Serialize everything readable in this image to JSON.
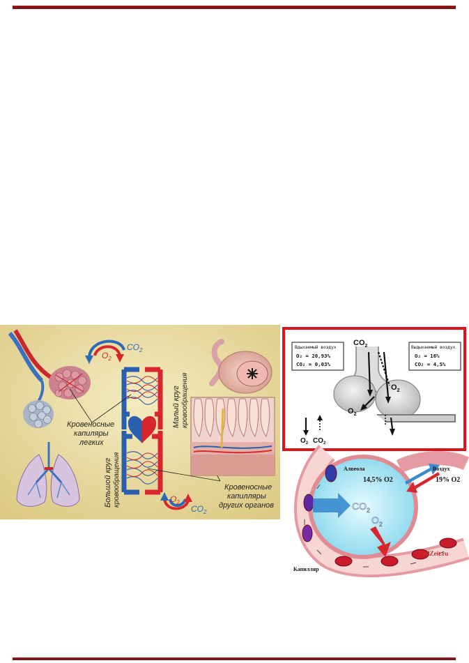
{
  "left_figure": {
    "top_gas_o2": "O",
    "top_gas_o2_sub": "2",
    "top_gas_co2": "CO",
    "top_gas_co2_sub": "2",
    "small_circle_line1": "Малый круг",
    "small_circle_line2": "кровообращения",
    "lung_caps_line1": "Кровеносные",
    "lung_caps_line2": "капиляры",
    "lung_caps_line3": "легких",
    "big_circle_line1": "Большой круг",
    "big_circle_line2": "кровообращения",
    "organ_caps_line1": "Кровеносные",
    "organ_caps_line2": "капилляры",
    "organ_caps_line3": "других органов",
    "bottom_gas_o2": "O",
    "bottom_gas_o2_sub": "2",
    "bottom_gas_co2": "CO",
    "bottom_gas_co2_sub": "2"
  },
  "right_figure": {
    "inhaled_title": "Вдыхаемый воздух",
    "inhaled_o2": "O₂ = 20,93%",
    "inhaled_co2": "CO₂ = 0,03%",
    "exhaled_title": "Выдыхаемый воздух",
    "exhaled_o2": "O₂ = 16%",
    "exhaled_co2": "CO₂ = 4,5%",
    "co2_top": "CO",
    "co2_top_sub": "2",
    "o2_left": "O",
    "o2_left_sub": "2",
    "o2_right": "O",
    "o2_right_sub": "2",
    "legend_o2": "O",
    "legend_o2_sub": "2",
    "legend_co2": "CO",
    "legend_co2_sub": "2",
    "alveola_label": "Алвеола",
    "air_label": "Воздух",
    "alveola_o2_pct": "14,5% O2",
    "air_o2_pct": "19% O2",
    "co2_big": "CO",
    "co2_big_sub": "2",
    "o2_big": "O",
    "o2_big_sub": "2",
    "watermark": "MedZeit.ru",
    "capillary_label": "Капилляр"
  },
  "colors": {
    "rule": "#7a1616",
    "arterial": "#d8262f",
    "venous": "#2a5fae",
    "background_left": "#e9dca5",
    "frame_red": "#d8141c"
  }
}
